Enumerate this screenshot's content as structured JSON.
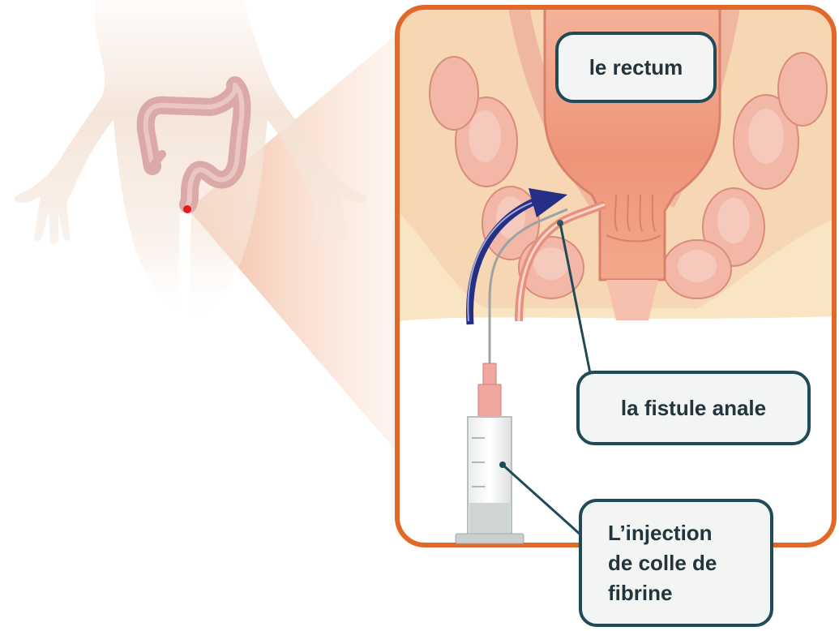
{
  "diagram": {
    "labels": {
      "rectum": "le rectum",
      "fistula": "la fistule anale",
      "injection_line1": "L’injection",
      "injection_line2": "de colle de",
      "injection_line3": "fibrine"
    },
    "colors": {
      "frame": "#e2682a",
      "callout_border": "#1f4a57",
      "callout_fill": "#f3f4f4",
      "tissue": "#f7dcc0",
      "rectum": "#ef9c83",
      "arrow": "#262f86",
      "marker": "#e41e1e"
    },
    "icons": [
      "body-silhouette-icon",
      "colon-icon",
      "syringe-icon",
      "curved-arrow-icon"
    ]
  }
}
